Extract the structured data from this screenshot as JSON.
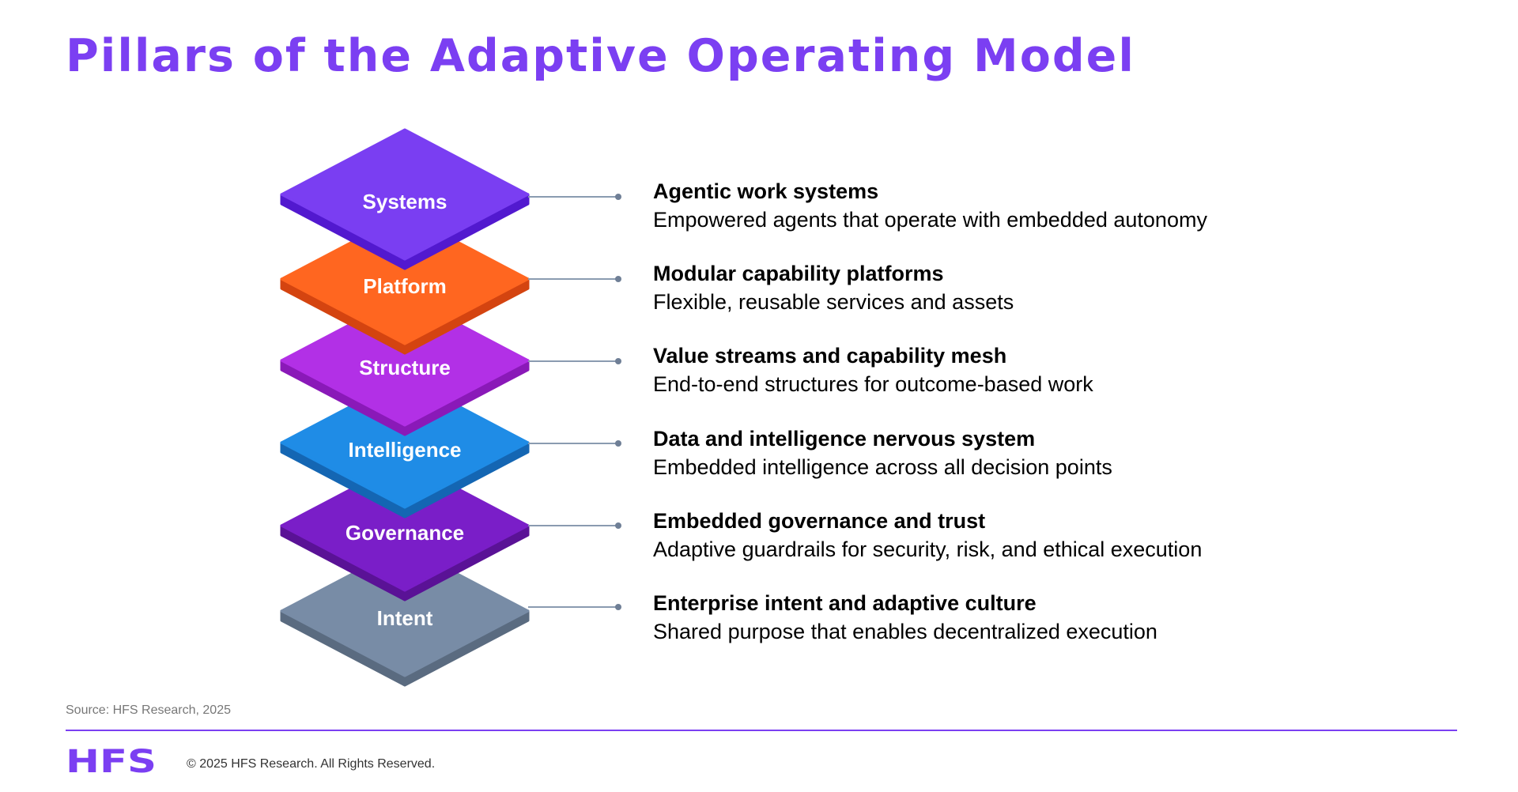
{
  "title": "Pillars of the Adaptive Operating Model",
  "pillars": [
    {
      "label": "Systems",
      "heading": "Agentic work systems",
      "description": "Empowered agents that operate with embedded autonomy",
      "color": "#7a3ef2",
      "side_color": "#5219cf"
    },
    {
      "label": "Platform",
      "heading": "Modular capability platforms",
      "description": "Flexible, reusable services and assets",
      "color": "#ff6620",
      "side_color": "#d44410"
    },
    {
      "label": "Structure",
      "heading": "Value streams and capability mesh",
      "description": "End-to-end structures for outcome-based work",
      "color": "#b230e6",
      "side_color": "#8a19b8"
    },
    {
      "label": "Intelligence",
      "heading": "Data and intelligence nervous system",
      "description": "Embedded intelligence across all decision points",
      "color": "#1f8ce6",
      "side_color": "#1466b3"
    },
    {
      "label": "Governance",
      "heading": "Embedded governance and trust",
      "description": "Adaptive guardrails for security, risk, and ethical execution",
      "color": "#7a1ec8",
      "side_color": "#5a1296"
    },
    {
      "label": "Intent",
      "heading": "Enterprise intent and adaptive culture",
      "description": "Shared purpose that enables decentralized execution",
      "color": "#788ca6",
      "side_color": "#5a6b80"
    }
  ],
  "source": "Source: HFS Research, 2025",
  "footer": {
    "logo": "HFS",
    "copyright": "© 2025 HFS Research. All Rights Reserved."
  },
  "colors": {
    "accent": "#7b3ff2",
    "connector": "#8a9bb0"
  }
}
